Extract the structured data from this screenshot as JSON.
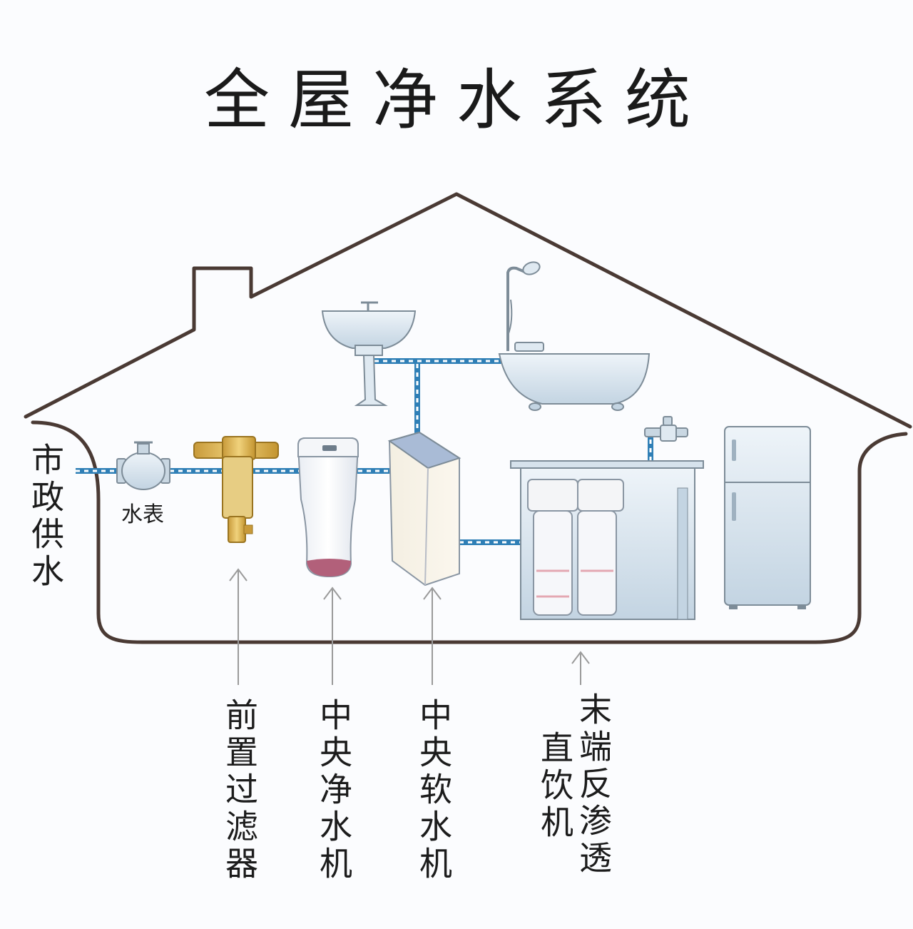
{
  "title": "全屋净水系统",
  "labels": {
    "municipal_supply": "市政供水",
    "water_meter": "水表",
    "pre_filter": "前置过滤器",
    "central_purifier": "中央净水机",
    "central_softener": "中央软水机",
    "ro_end_line2": "直饮机",
    "ro_end_line1": "末端反渗透"
  },
  "colors": {
    "outline": "#4a3a34",
    "pipe": "#2f7fb6",
    "pipe_dash": "#ffffff",
    "fixture": "#d8e6f0",
    "fixture_stroke": "#7d8c98",
    "brass": "#d6b25a",
    "arrow": "#9a9a9a"
  },
  "icons": [
    "sink-icon",
    "shower-icon",
    "bathtub-icon",
    "faucet-icon",
    "refrigerator-icon"
  ]
}
